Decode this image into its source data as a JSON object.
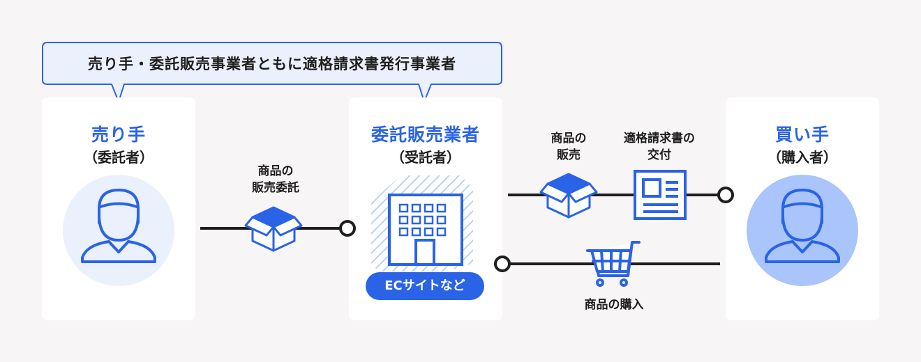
{
  "bubble": {
    "text": "売り手・委託販売事業者ともに適格請求書発行事業者"
  },
  "seller": {
    "title": "売り手",
    "subtitle": "（委託者）",
    "icon": "person-icon"
  },
  "agent": {
    "title": "委託販売業者",
    "subtitle": "（受託者）",
    "badge": "ECサイトなど",
    "icon": "building-icon"
  },
  "buyer": {
    "title": "買い手",
    "subtitle": "（購入者）",
    "icon": "person-icon"
  },
  "flows": {
    "consignment": {
      "line1": "商品の",
      "line2": "販売委託",
      "icon": "box-icon"
    },
    "sale": {
      "line1": "商品の",
      "line2": "販売",
      "icon": "box-icon"
    },
    "invoice": {
      "line1": "適格請求書の",
      "line2": "交付",
      "icon": "document-icon"
    },
    "purchase": {
      "label": "商品の購入",
      "icon": "cart-icon"
    }
  },
  "colors": {
    "accent": "#2a63e6",
    "seller_circle": "#eaf1fd",
    "buyer_circle": "#a9c5fb",
    "line": "#1e1e1e",
    "background": "#f7f5f6"
  }
}
